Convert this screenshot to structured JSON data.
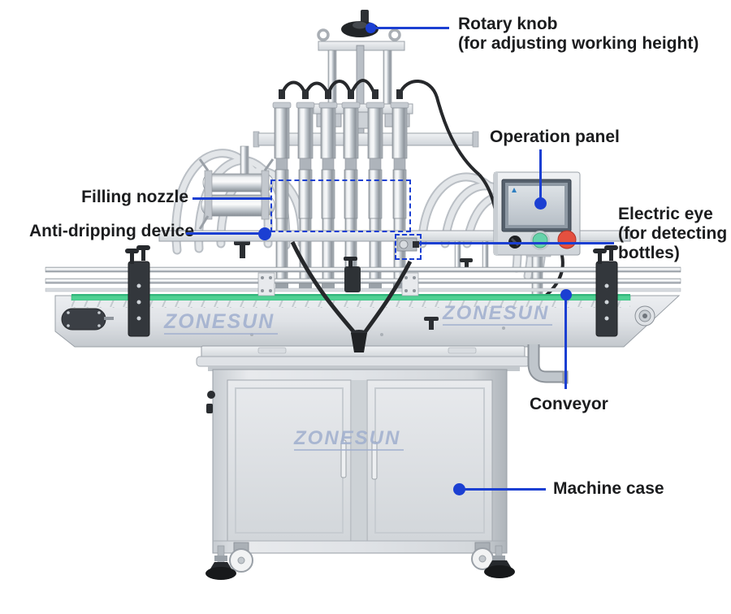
{
  "colors": {
    "annotation_blue": "#1b3fd2",
    "label_text": "#1b1c1e",
    "watermark_blue": "#a0afce",
    "belt_green": "#4fd193",
    "hmi_green_button": "#66d3ab",
    "hmi_red_button": "#e4503f"
  },
  "callouts": {
    "rotary_knob": {
      "label": "Rotary knob",
      "sub": "(for adjusting working height)"
    },
    "operation_panel": {
      "label": "Operation panel"
    },
    "filling_nozzle": {
      "label": "Filling nozzle"
    },
    "anti_dripping_device": {
      "label": "Anti-dripping device"
    },
    "electric_eye": {
      "label": "Electric eye",
      "sub1": "(for detecting",
      "sub2": "bottles)"
    },
    "conveyor": {
      "label": "Conveyor"
    },
    "machine_case": {
      "label": "Machine case"
    }
  },
  "watermark": {
    "brand": "ZONESUN"
  }
}
